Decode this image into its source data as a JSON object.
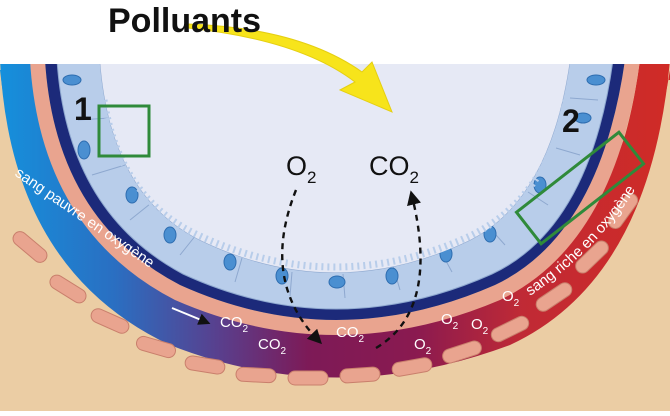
{
  "labels": {
    "title": "Polluants",
    "marker_1": "1",
    "marker_2": "2",
    "o2_main": "O",
    "o2_main_sub": "2",
    "co2_main": "CO",
    "co2_main_sub": "2",
    "blood_poor": "sang pauvre en oxygène",
    "blood_rich": "sang riche en oxygène"
  },
  "blood_gases": [
    {
      "text": "CO",
      "sub": "2"
    },
    {
      "text": "CO",
      "sub": "2"
    },
    {
      "text": "CO",
      "sub": "2"
    },
    {
      "text": "O",
      "sub": "2"
    },
    {
      "text": "O",
      "sub": "2"
    },
    {
      "text": "O",
      "sub": "2"
    },
    {
      "text": "O",
      "sub": "2"
    }
  ],
  "colors": {
    "background_tissue": "#ebcda4",
    "alveolus_air": "#e6e9f5",
    "epithelium": "#b8cdea",
    "nucleus": "#4a8fd1",
    "membrane": "#1c2a7a",
    "endothelium": "#e9a48f",
    "blood_poor": "#1590dc",
    "blood_mixed": "#7d1a57",
    "blood_rich": "#cf2a27",
    "arrow": "#f7e41b",
    "highlight_box": "#2f8a3a"
  }
}
